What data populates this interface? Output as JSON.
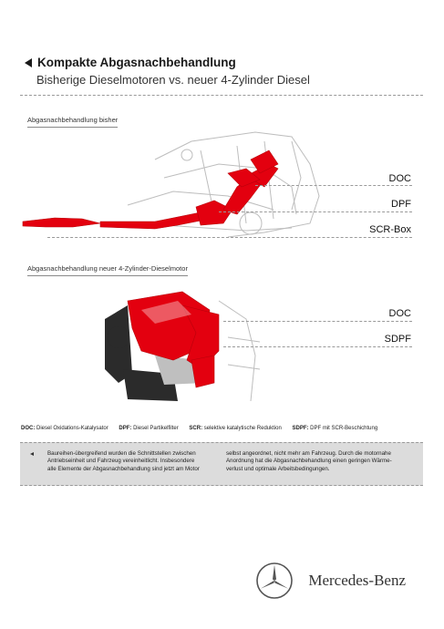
{
  "header": {
    "title": "Kompakte Abgasnachbehandlung",
    "subtitle": "Bisherige Dieselmotoren vs. neuer 4-Zylinder Diesel"
  },
  "section1": {
    "label": "Abgasnachbehandlung bisher",
    "components": [
      "DOC",
      "DPF",
      "SCR-Box"
    ]
  },
  "section2": {
    "label": "Abgasnachbehandlung neuer 4-Zylinder-Dieselmotor",
    "components": [
      "DOC",
      "SDPF"
    ]
  },
  "legend": [
    {
      "key": "DOC:",
      "text": "Diesel Oxidations-Katalysator"
    },
    {
      "key": "DPF:",
      "text": "Diesel Partikelfilter"
    },
    {
      "key": "SCR:",
      "text": "selektive katalytische Reduktion"
    },
    {
      "key": "SDPF:",
      "text": "DPF mit SCR-Beschichtung"
    }
  ],
  "info": {
    "col1": [
      "Baureihen-übergreifend wurden die Schnittstellen zwischen",
      "Antriebseinheit und Fahrzeug vereinheitlicht. Insbesondere",
      "alle Elemente der Abgasnachbehandlung sind jetzt am Motor"
    ],
    "col2": [
      "selbst angeordnet, nicht mehr am Fahrzeug. Durch die motornahe",
      "Anordnung hat die Abgasnachbehandlung einen geringen Wärme-",
      "verlust und optimale Arbeitsbedingungen."
    ]
  },
  "brand": {
    "name": "Mercedes-Benz",
    "accent": "#e3000f"
  }
}
